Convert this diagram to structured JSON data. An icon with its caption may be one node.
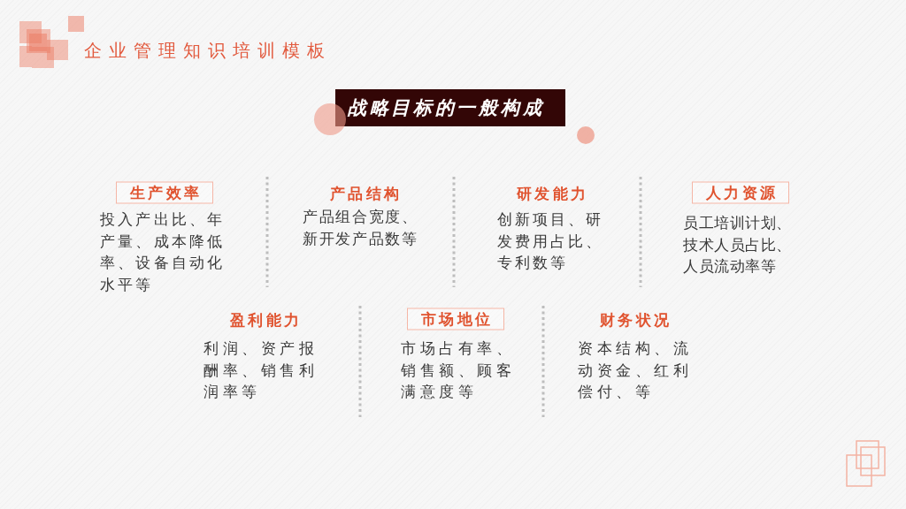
{
  "diagram": {
    "title": "战略目标的一般构成",
    "nodes": [
      {
        "text": [
          "生产效率",
          "投入产出比、年产量、成本降低率、设备自动化水平等"
        ]
      },
      {
        "text": [
          "产品结构",
          "产品组合宽度、新开发产品数等"
        ]
      },
      {
        "text": [
          "研发能力",
          "创新项目、研发费用占比、专利数等"
        ]
      },
      {
        "text": [
          "人力资源",
          "员工培训计划、技术人员占比、人员流动率等"
        ]
      },
      {
        "text": [
          "盈利能力",
          "利润、资产报酬率、销售利润率等"
        ]
      },
      {
        "text": [
          "市场地位",
          "市场占有率、销售额、顾客满意度等"
        ]
      },
      {
        "text": [
          "财务状况",
          "资本结构、流动资金、红利偿付、等"
        ]
      }
    ],
    "labels": [
      "企业管理知识培训模板"
    ]
  }
}
